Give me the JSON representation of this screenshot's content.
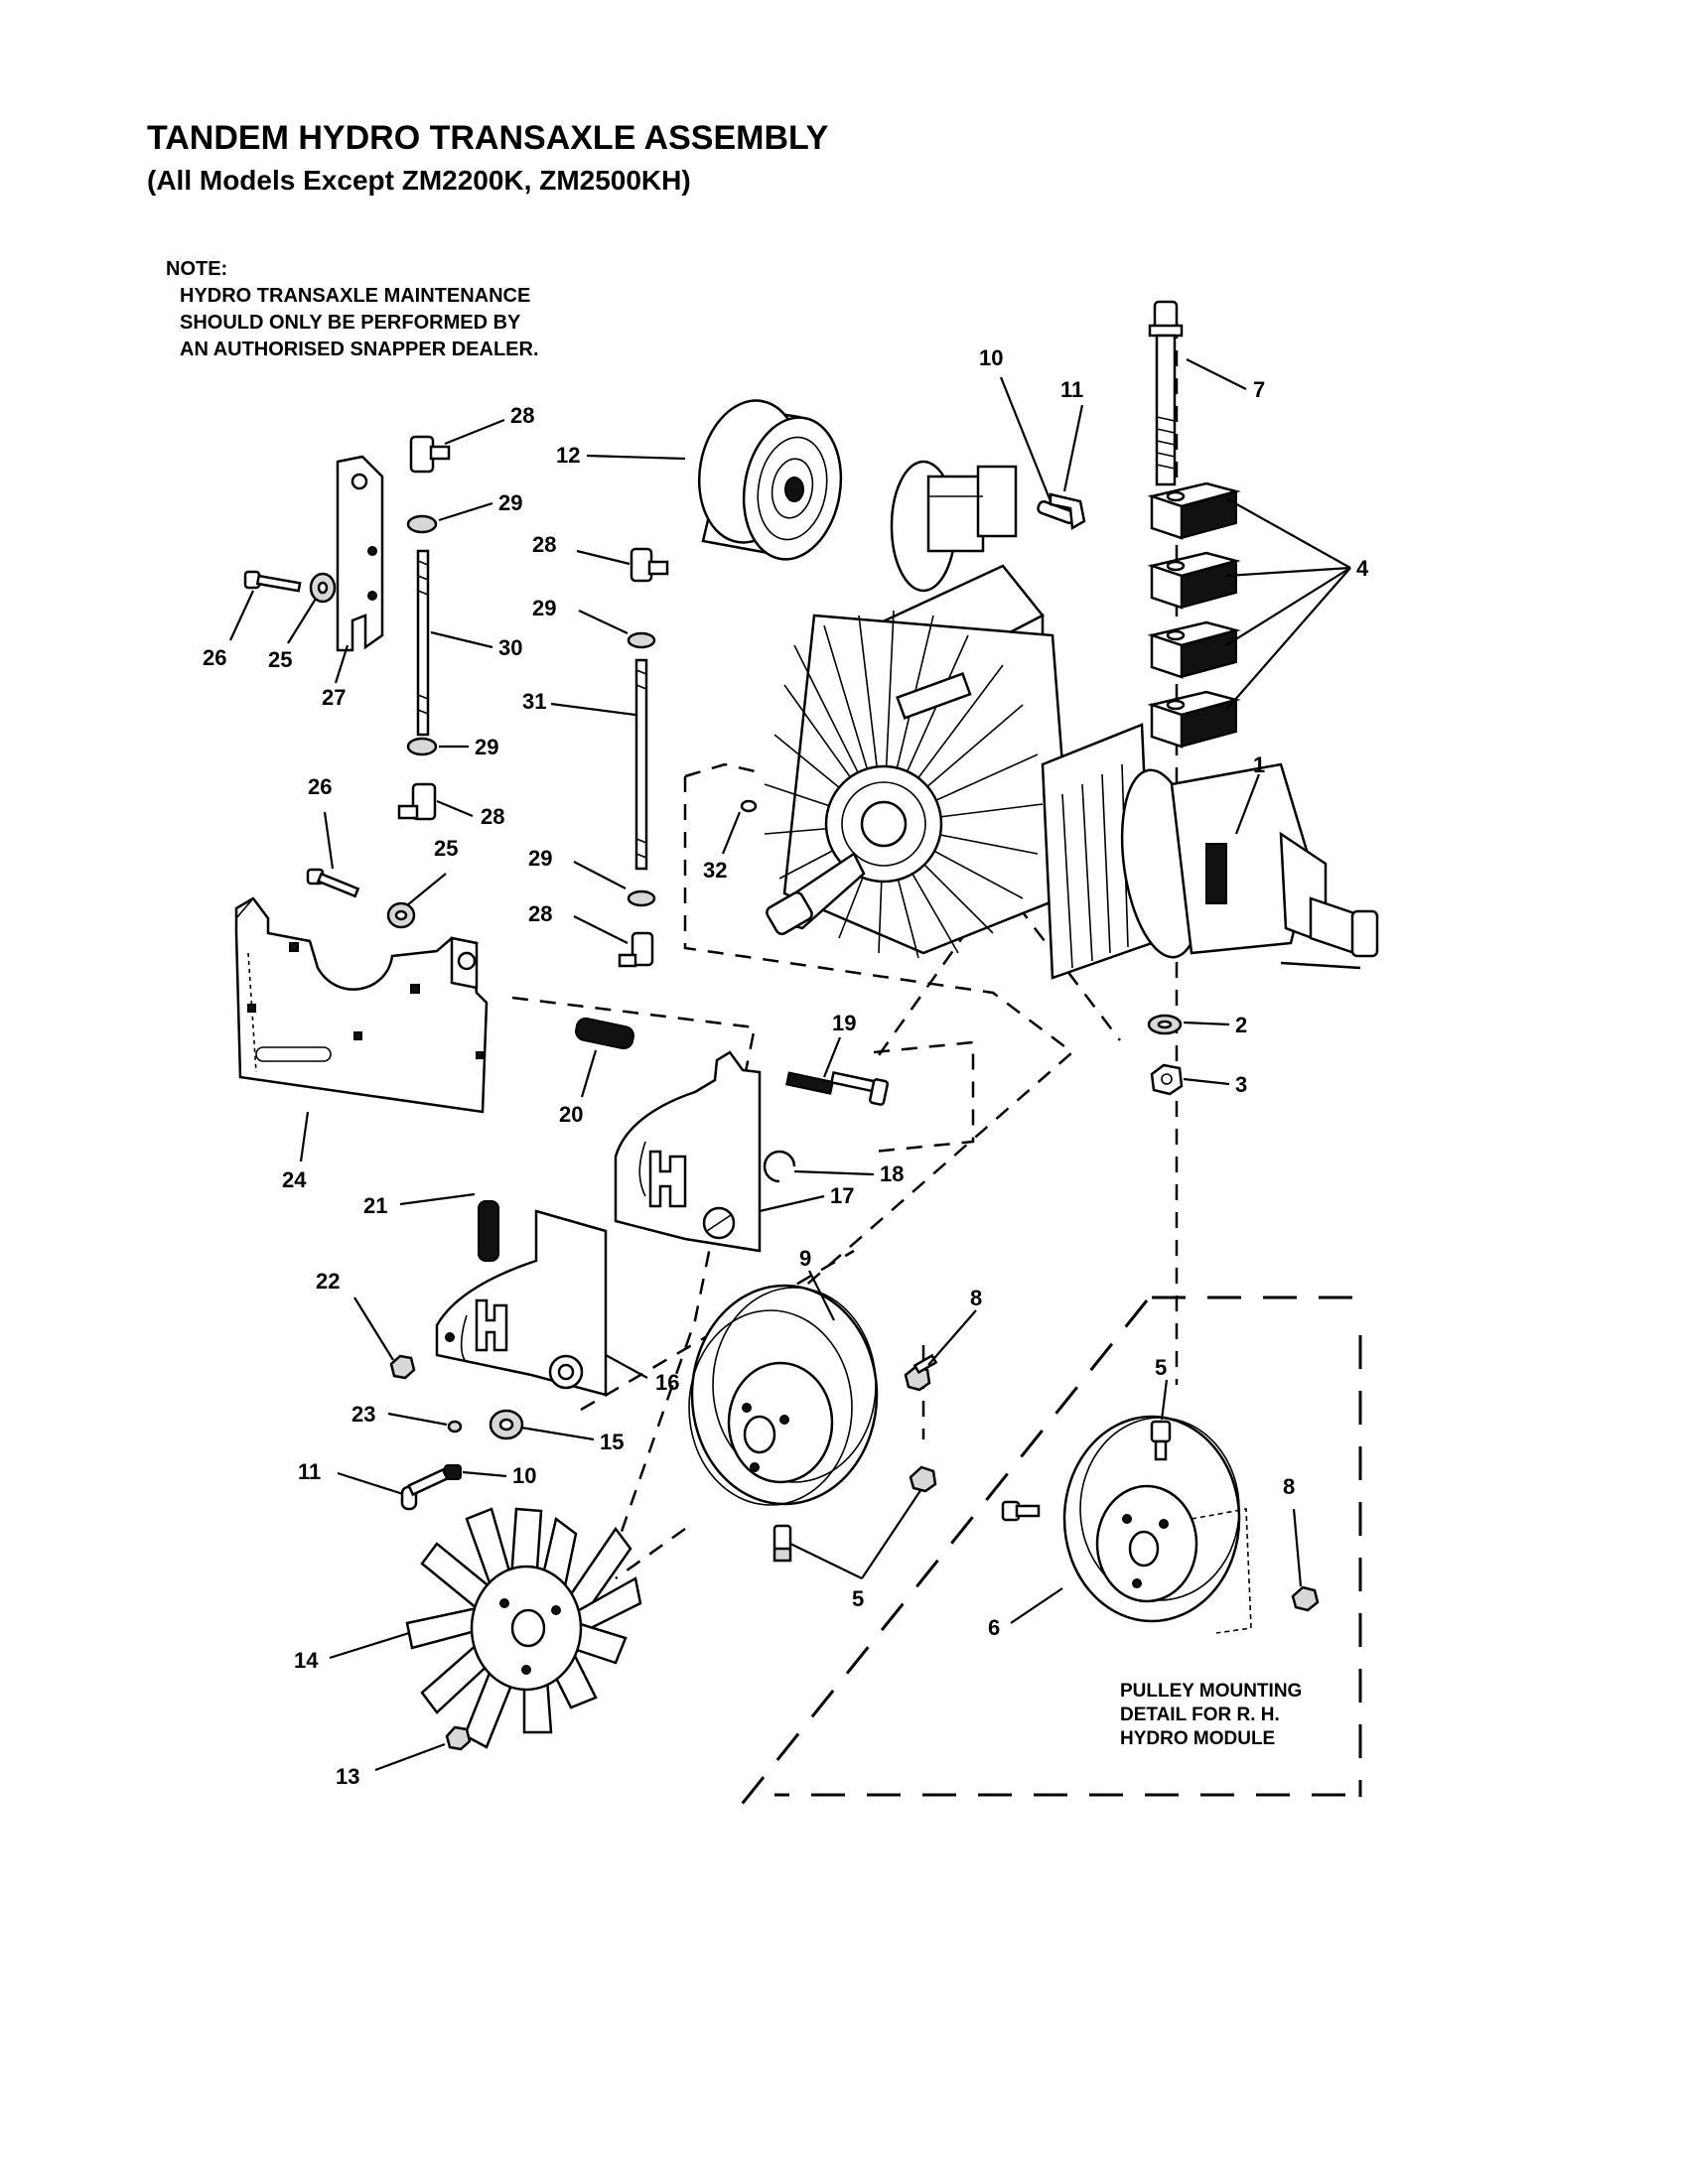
{
  "title": "TANDEM HYDRO TRANSAXLE ASSEMBLY",
  "subtitle": "(All Models Except ZM2200K, ZM2500KH)",
  "note": {
    "heading": "NOTE:",
    "lines": [
      "HYDRO TRANSAXLE MAINTENANCE",
      "SHOULD ONLY BE PERFORMED BY",
      "AN AUTHORISED SNAPPER DEALER."
    ]
  },
  "detail": {
    "lines": [
      "PULLEY MOUNTING",
      "DETAIL FOR R. H.",
      "HYDRO MODULE"
    ]
  },
  "callouts": {
    "c1": "1",
    "c2": "2",
    "c3": "3",
    "c4": "4",
    "c5a": "5",
    "c5b": "5",
    "c6": "6",
    "c7": "7",
    "c8a": "8",
    "c8b": "8",
    "c9": "9",
    "c10a": "10",
    "c10b": "10",
    "c11a": "11",
    "c11b": "11",
    "c12": "12",
    "c13": "13",
    "c14": "14",
    "c15": "15",
    "c16": "16",
    "c17": "17",
    "c18": "18",
    "c19": "19",
    "c20": "20",
    "c21": "21",
    "c22": "22",
    "c23": "23",
    "c24": "24",
    "c25a": "25",
    "c25b": "25",
    "c26a": "26",
    "c26b": "26",
    "c27": "27",
    "c28a": "28",
    "c28b": "28",
    "c28c": "28",
    "c28d": "28",
    "c29a": "29",
    "c29b": "29",
    "c29c": "29",
    "c29d": "29",
    "c30": "30",
    "c31": "31",
    "c32": "32"
  }
}
